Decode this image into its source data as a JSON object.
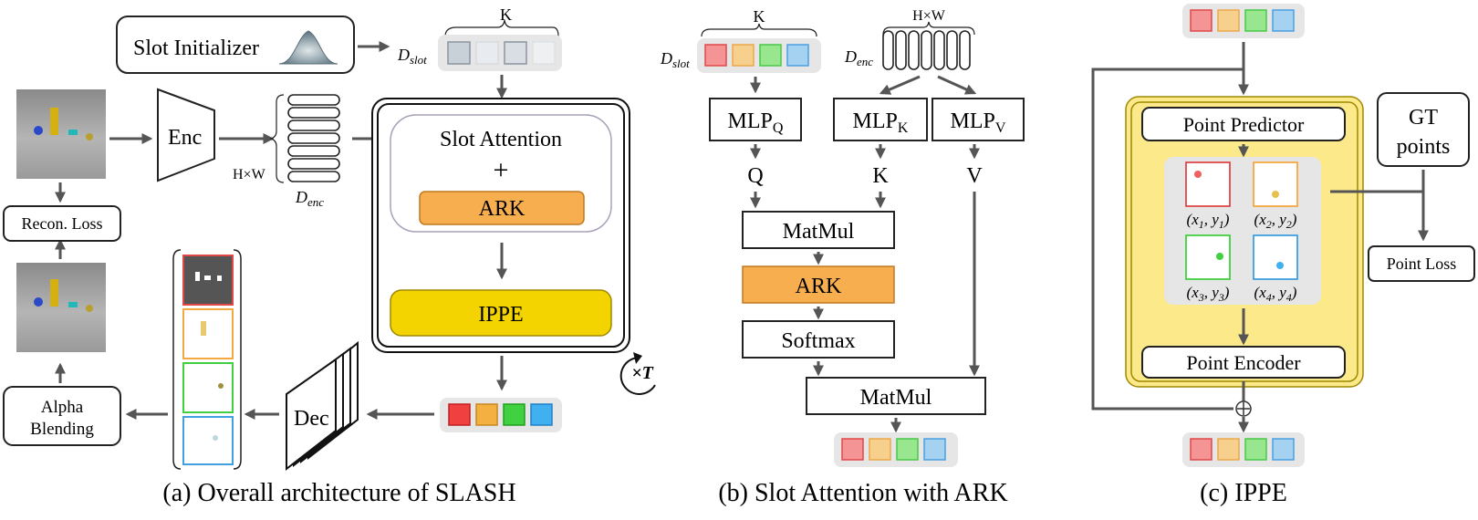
{
  "panel_a": {
    "slot_initializer": "Slot Initializer",
    "d_slot_label": {
      "base": "D",
      "sub": "slot"
    },
    "k_label": "K",
    "enc": "Enc",
    "hw_label": "H×W",
    "d_enc_label": {
      "base": "D",
      "sub": "enc"
    },
    "slot_attention": "Slot Attention",
    "plus": "+",
    "ark": "ARK",
    "ippe": "IPPE",
    "times_t": "×T",
    "recon_loss": "Recon. Loss",
    "alpha_blending": [
      "Alpha",
      "Blending"
    ],
    "dec": "Dec",
    "caption": "(a) Overall architecture of SLASH"
  },
  "panel_b": {
    "k_label": "K",
    "hw_label": "H×W",
    "d_slot_label": {
      "base": "D",
      "sub": "slot"
    },
    "d_enc_label": {
      "base": "D",
      "sub": "enc"
    },
    "mlp_q": {
      "base": "MLP",
      "sub": "Q"
    },
    "mlp_k": {
      "base": "MLP",
      "sub": "K"
    },
    "mlp_v": {
      "base": "MLP",
      "sub": "V"
    },
    "q": "Q",
    "k": "K",
    "v": "V",
    "matmul_1": "MatMul",
    "ark": "ARK",
    "softmax": "Softmax",
    "matmul_2": "MatMul",
    "caption": "(b) Slot Attention with ARK"
  },
  "panel_c": {
    "point_predictor": "Point Predictor",
    "gt_points": [
      "GT",
      "points"
    ],
    "points": [
      "(x1, y1)",
      "(x2, y2)",
      "(x3, y3)",
      "(x4, y4)"
    ],
    "point_loss": "Point Loss",
    "point_encoder": "Point Encoder",
    "oplus": "⊕",
    "caption": "(c) IPPE"
  },
  "colors": {
    "slot_fill": [
      "#f49494",
      "#f7d08e",
      "#98e68e",
      "#a6d2f2"
    ],
    "slot_stroke": [
      "#e04848",
      "#eba848",
      "#48c848",
      "#4aa0e0"
    ],
    "slot_fill_bright": [
      "#f04040",
      "#f4b040",
      "#40d040",
      "#40b0f0"
    ],
    "ark_fill": "#f7ae4f",
    "ippe_fill": "#f3d400",
    "ippe_panel": "#fbe98a",
    "arrow": "#555555"
  }
}
